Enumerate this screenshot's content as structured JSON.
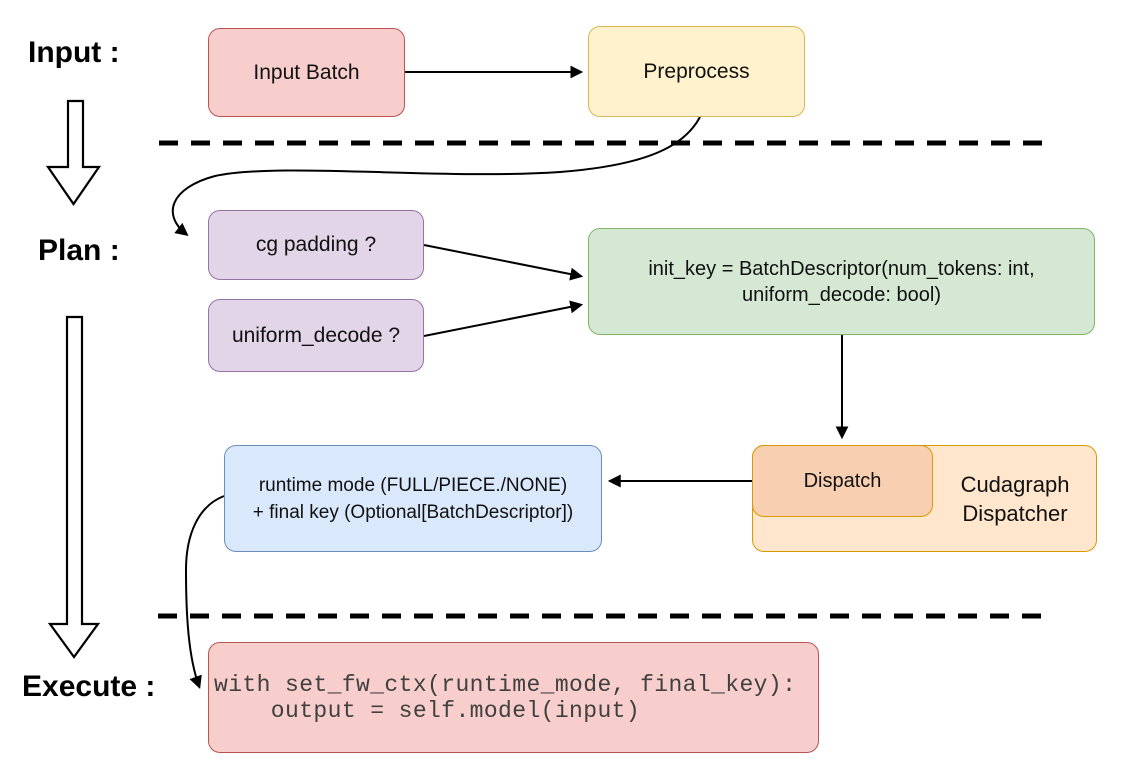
{
  "diagram": {
    "stages": {
      "input_label": "Input :",
      "plan_label": "Plan :",
      "execute_label": "Execute :"
    },
    "nodes": {
      "input_batch": {
        "label": "Input Batch"
      },
      "preprocess": {
        "label": "Preprocess"
      },
      "cg_padding": {
        "label": "cg padding ?"
      },
      "uniform_decode": {
        "label": "uniform_decode ?"
      },
      "init_key": {
        "line1": "init_key = BatchDescriptor(num_tokens: int,",
        "line2": "uniform_decode: bool)"
      },
      "runtime_mode": {
        "line1": "runtime mode (FULL/PIECE./NONE)",
        "line2": "+ final key (Optional[BatchDescriptor])"
      },
      "dispatch": {
        "label": "Dispatch"
      },
      "cudagraph_dispatcher": {
        "line1": "Cudagraph",
        "line2": "Dispatcher"
      },
      "execute_code": {
        "line1": "with set_fw_ctx(runtime_mode, final_key):",
        "line2": "    output = self.model(input)"
      }
    },
    "colors": {
      "canvas_bg": "#ffffff",
      "red_fill": "#f8cecc",
      "red_stroke": "#b85450",
      "yellow_fill": "#fff2cc",
      "yellow_stroke": "#d6b656",
      "purple_fill": "#e1d5e7",
      "purple_stroke": "#9673a6",
      "green_fill": "#d5e8d4",
      "green_stroke": "#82b366",
      "blue_fill": "#dae8fc",
      "blue_stroke": "#6c8ebf",
      "orange_fill": "#ffe6cc",
      "orange_stroke": "#d79b00",
      "dispatch_fill": "#f9cfb1",
      "line_color": "#000000",
      "label_text": "#000000",
      "code_text": "#404040"
    }
  }
}
